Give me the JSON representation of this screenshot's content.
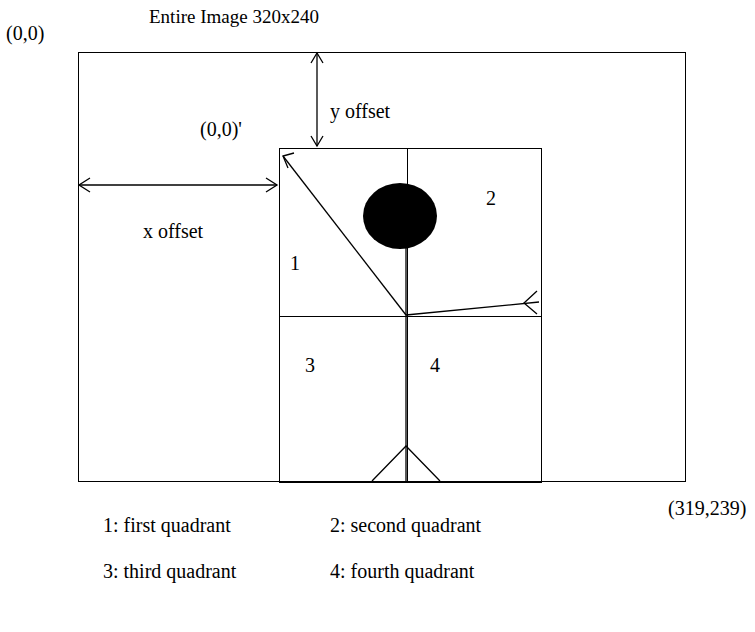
{
  "diagram": {
    "nodes": [
      {
        "text": [
          "Entire Image 320x240"
        ]
      },
      {
        "text": [
          "1"
        ],
        "in": 0
      },
      {
        "text": [
          "2"
        ],
        "in": 0
      },
      {
        "text": [
          "3"
        ],
        "in": 0
      },
      {
        "text": [
          "4"
        ],
        "in": 0
      }
    ],
    "labels": [
      "(0,0)",
      "(0,0)'",
      "y offset",
      "x offset",
      "(319,239)",
      "1: first quadrant",
      "2: second quadrant",
      "3: third quadrant",
      "4: fourth quadrant"
    ]
  }
}
